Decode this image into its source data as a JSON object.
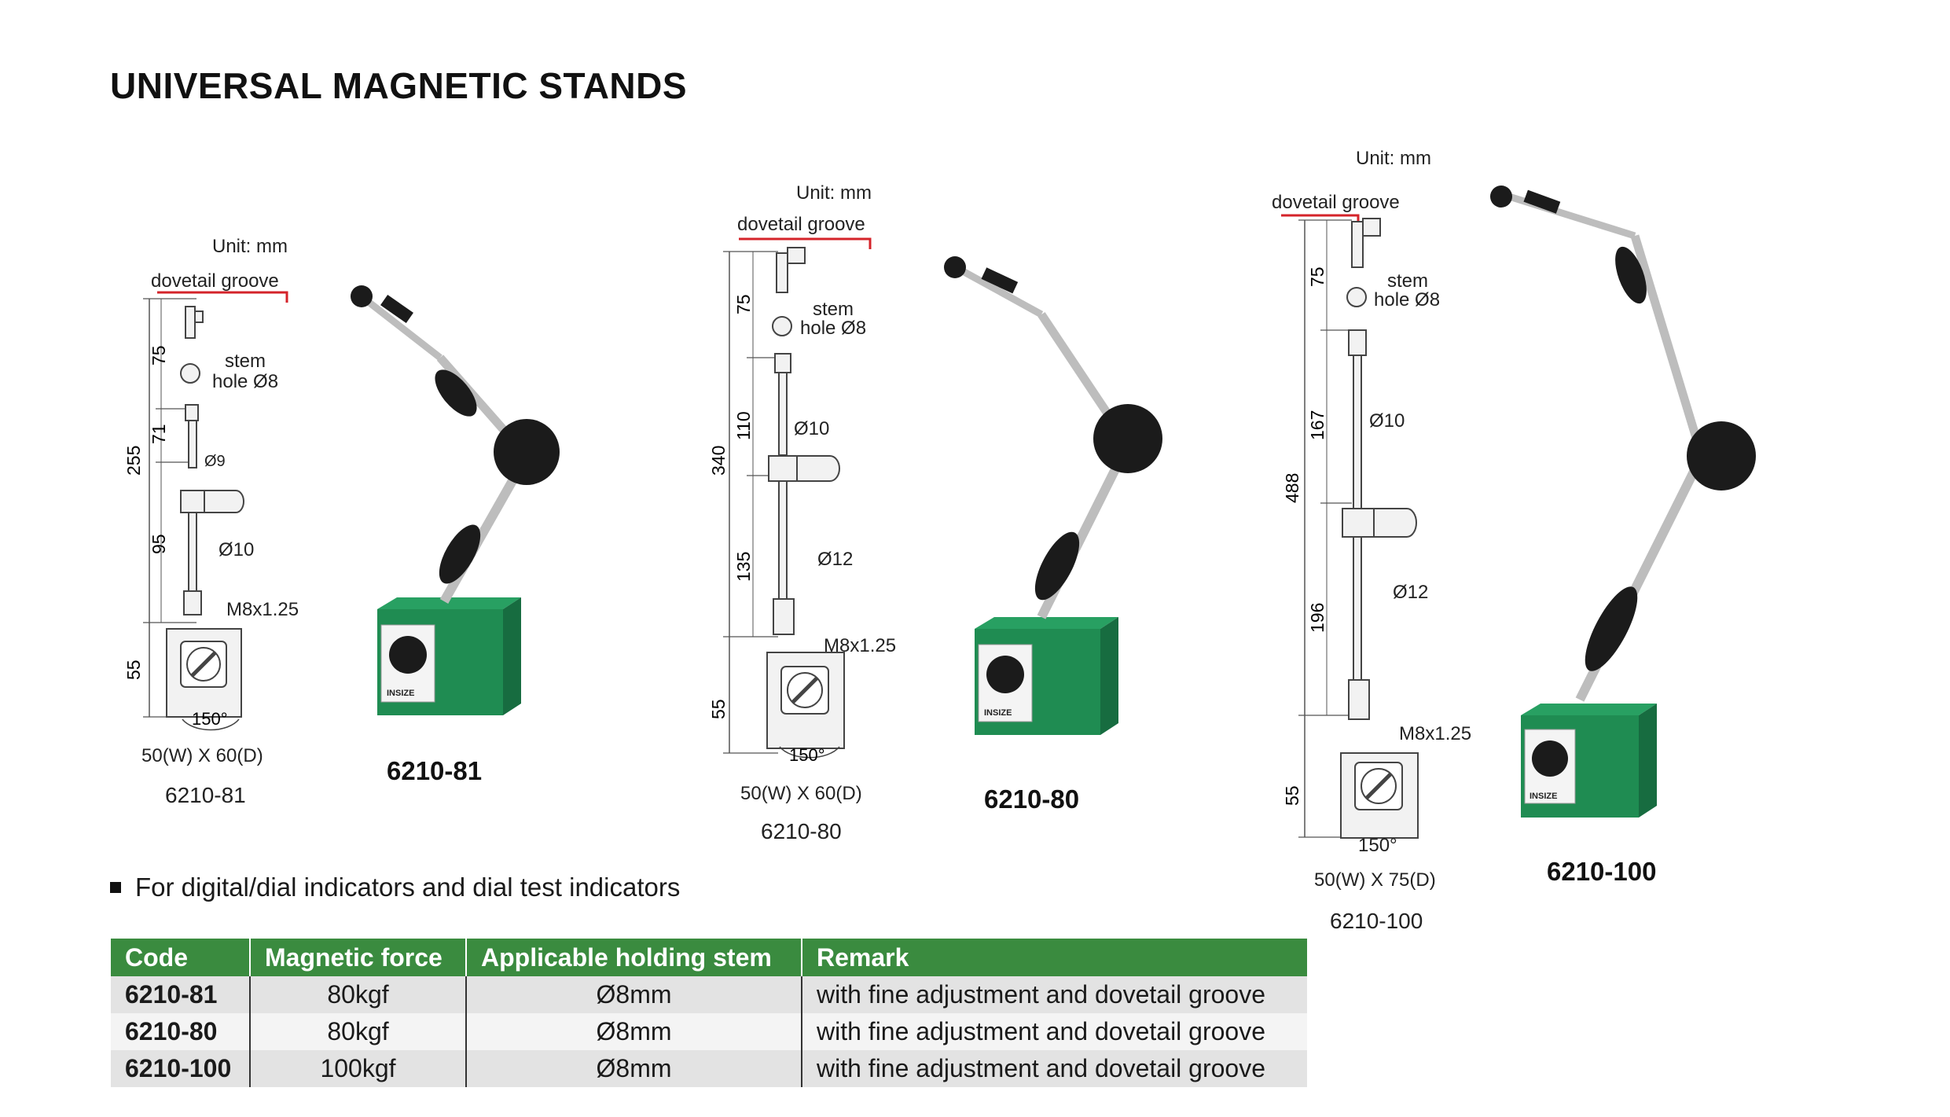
{
  "title": "UNIVERSAL MAGNETIC STANDS",
  "products": [
    {
      "code": "6210-81",
      "unit": "Unit: mm",
      "dovetail": "dovetail groove",
      "stem1": "stem",
      "stem2": "hole Ø8",
      "dims": {
        "total": "255",
        "a": "75",
        "b": "71",
        "c": "95",
        "base": "55"
      },
      "dia_a": "Ø9",
      "dia_b": "Ø10",
      "thread": "M8x1.25",
      "angle": "150°",
      "size": "50(W) X 60(D)"
    },
    {
      "code": "6210-80",
      "unit": "Unit: mm",
      "dovetail": "dovetail groove",
      "stem1": "stem",
      "stem2": "hole Ø8",
      "dims": {
        "total": "340",
        "a": "75",
        "b": "110",
        "c": "135",
        "base": "55"
      },
      "dia_a": "Ø10",
      "dia_b": "Ø12",
      "thread": "M8x1.25",
      "angle": "150°",
      "size": "50(W) X 60(D)"
    },
    {
      "code": "6210-100",
      "unit": "Unit: mm",
      "dovetail": "dovetail groove",
      "stem1": "stem",
      "stem2": "hole Ø8",
      "dims": {
        "total": "488",
        "a": "75",
        "b": "167",
        "c": "196",
        "base": "55"
      },
      "dia_a": "Ø10",
      "dia_b": "Ø12",
      "thread": "M8x1.25",
      "angle": "150°",
      "size": "50(W) X 75(D)"
    }
  ],
  "badge_text": "INSIZE",
  "bullet": "For digital/dial indicators and dial test indicators",
  "table": {
    "headers": [
      "Code",
      "Magnetic force",
      "Applicable holding stem",
      "Remark"
    ],
    "rows": [
      [
        "6210-81",
        "80kgf",
        "Ø8mm",
        "with fine adjustment and dovetail groove"
      ],
      [
        "6210-80",
        "80kgf",
        "Ø8mm",
        "with fine adjustment and dovetail groove"
      ],
      [
        "6210-100",
        "100kgf",
        "Ø8mm",
        "with fine adjustment and dovetail groove"
      ]
    ]
  },
  "colors": {
    "header_green": "#3a8b3f",
    "base_green": "#1f8c52",
    "dovetail_red": "#d4232a"
  }
}
